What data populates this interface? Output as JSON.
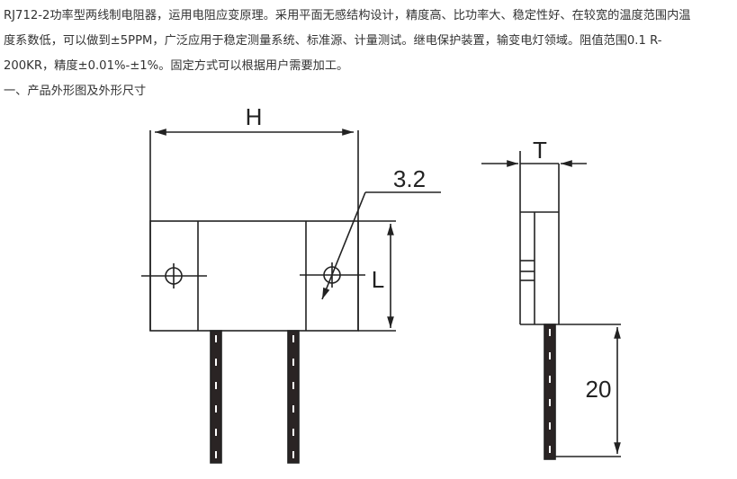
{
  "paragraph": {
    "line1": "RJ712-2功率型两线制电阻器，运用电阻应变原理。采用平面无感结构设计，精度高、比功率大、稳定性好、在较宽的温度范围内温",
    "line2": "度系数低，可以做到±5PPM，广泛应用于稳定测量系统、标准源、计量测试。继电保护装置，输变电灯领域。阻值范围0.1 R-",
    "line3": "200KR，精度±0.01%-±1%。固定方式可以根据用户需要加工。"
  },
  "section_heading": "一、产品外形图及外形尺寸",
  "drawing": {
    "dim_H": "H",
    "dim_hole": "3.2",
    "dim_L": "L",
    "dim_T": "T",
    "dim_lead": "20"
  }
}
